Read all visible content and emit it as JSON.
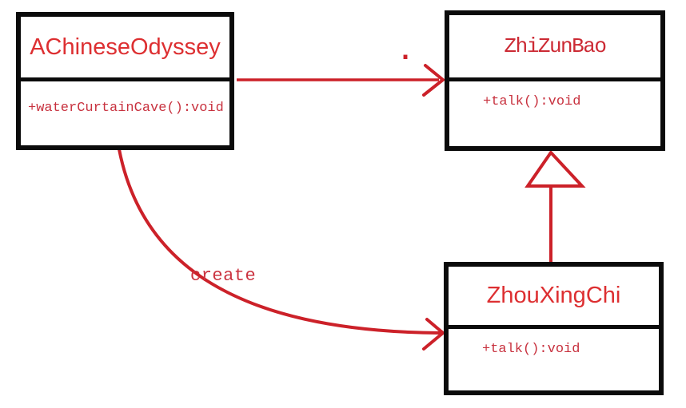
{
  "diagram": {
    "type": "uml-class-diagram",
    "background": "#ffffff",
    "colors": {
      "box_border": "#0b0b0b",
      "relation_red": "#cc2129",
      "title_red": "#dd2f31",
      "method_red": "#c8323f"
    },
    "classes": [
      {
        "name": "AChineseOdyssey",
        "methods": [
          "+waterCurtainCave():void"
        ]
      },
      {
        "name": "ZhiZunBao",
        "methods": [
          "+talk():void"
        ]
      },
      {
        "name": "ZhouXingChi",
        "methods": [
          "+talk():void"
        ]
      }
    ],
    "relations": [
      {
        "type": "directed-association",
        "from": "AChineseOdyssey",
        "to": "ZhiZunBao",
        "label": ""
      },
      {
        "type": "generalization",
        "from": "ZhouXingChi",
        "to": "ZhiZunBao",
        "label": ""
      },
      {
        "type": "create-dependency",
        "from": "AChineseOdyssey",
        "to": "ZhouXingChi",
        "label": "create"
      }
    ],
    "annotations": {
      "create_label": "create",
      "stray_dot": "."
    }
  }
}
